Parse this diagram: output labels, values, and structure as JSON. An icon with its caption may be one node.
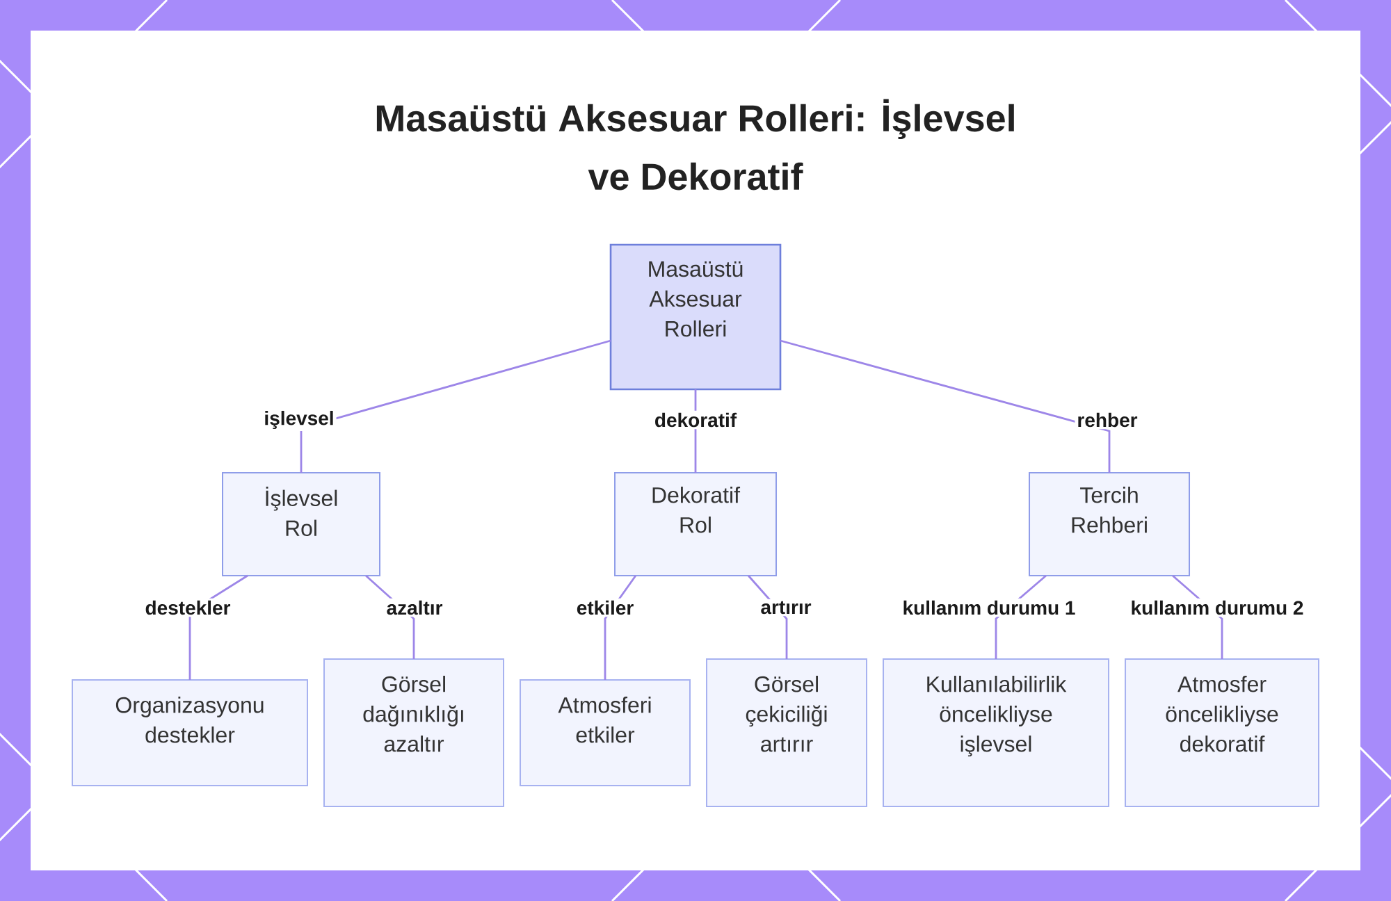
{
  "diagram": {
    "title": "Masaüstü Aksesuar Rolleri: İşlevsel ve Dekoratif",
    "nodes": [
      {
        "text": [
          "Masaüstü Aksesuar Rolleri"
        ]
      },
      {
        "text": [
          "İşlevsel Rol"
        ]
      },
      {
        "text": [
          "Dekoratif Rol"
        ]
      },
      {
        "text": [
          "Tercih Rehberi"
        ]
      },
      {
        "text": [
          "Organizasyonu destekler"
        ]
      },
      {
        "text": [
          "Görsel dağınıklığı azaltır"
        ]
      },
      {
        "text": [
          "Atmosferi etkiler"
        ]
      },
      {
        "text": [
          "Görsel çekiciliği artırır"
        ]
      },
      {
        "text": [
          "Kullanılabilirlik öncelikliyse işlevsel"
        ]
      },
      {
        "text": [
          "Atmosfer öncelikliyse dekoratif"
        ]
      }
    ],
    "edges": [
      {
        "from": 0,
        "to": 1,
        "arrow": "none",
        "label": "işlevsel"
      },
      {
        "from": 0,
        "to": 2,
        "arrow": "none",
        "label": "dekoratif"
      },
      {
        "from": 0,
        "to": 3,
        "arrow": "none",
        "label": "rehber"
      },
      {
        "from": 1,
        "to": 4,
        "arrow": "none",
        "label": "destekler"
      },
      {
        "from": 1,
        "to": 5,
        "arrow": "none",
        "label": "azaltır"
      },
      {
        "from": 2,
        "to": 6,
        "arrow": "none",
        "label": "etkiler"
      },
      {
        "from": 2,
        "to": 7,
        "arrow": "none",
        "label": "artırır"
      },
      {
        "from": 3,
        "to": 8,
        "arrow": "none",
        "label": "kullanım durumu 1"
      },
      {
        "from": 3,
        "to": 9,
        "arrow": "none",
        "label": "kullanım durumu 2"
      }
    ]
  }
}
